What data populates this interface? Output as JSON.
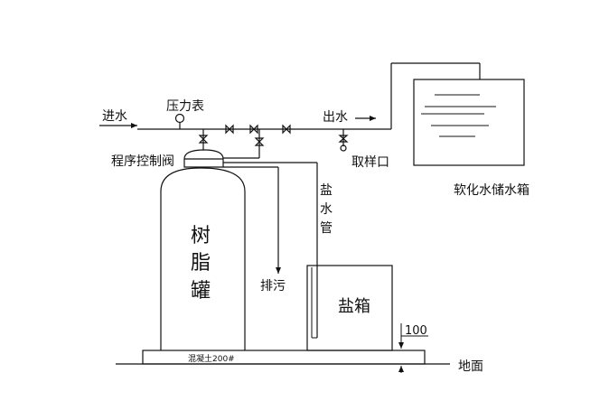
{
  "labels": {
    "inlet": "进水",
    "pressure_gauge": "压力表",
    "outlet": "出水",
    "sampling_port": "取样口",
    "control_valve": "程序控制阀",
    "storage_tank": "软化水储水箱",
    "brine_pipe": [
      "盐",
      "水",
      "管"
    ],
    "resin_tank": [
      "树",
      "脂",
      "罐"
    ],
    "drain": "排污",
    "salt_box": "盐箱",
    "dimension": "100",
    "ground": "地面",
    "concrete": "混凝土200#"
  }
}
